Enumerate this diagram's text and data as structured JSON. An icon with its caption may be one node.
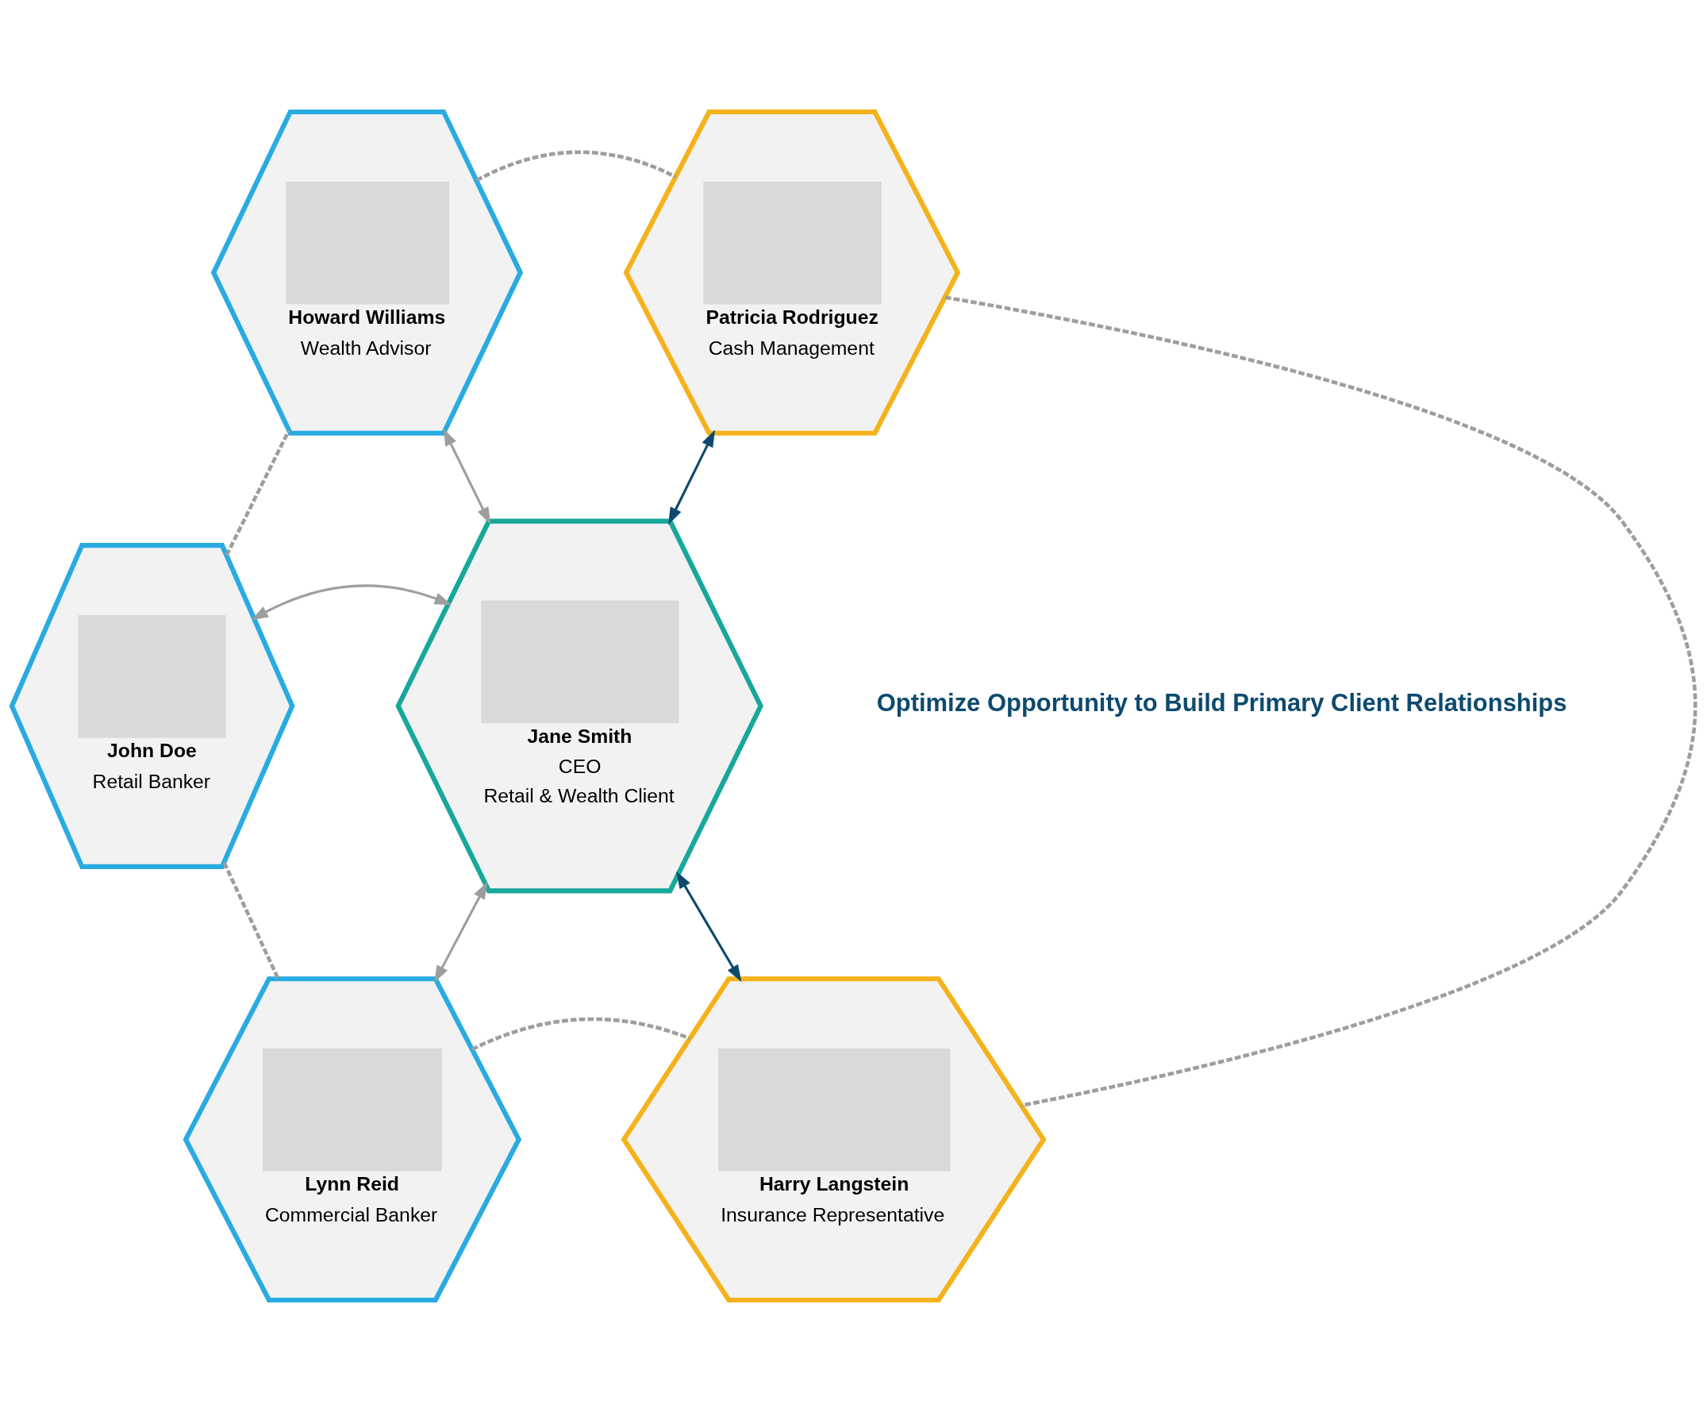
{
  "diagram": {
    "nodes": [
      {
        "text": [
          "Howard Williams",
          "Wealth Advisor"
        ]
      },
      {
        "text": [
          "Patricia Rodriguez",
          "Cash Management"
        ]
      },
      {
        "text": [
          "John Doe",
          "Retail Banker"
        ]
      },
      {
        "text": [
          "Jane Smith",
          "CEO",
          "Retail & Wealth Client"
        ]
      },
      {
        "text": [
          "Harry Langstein",
          "Insurance Representative"
        ]
      },
      {
        "text": [
          "Lynn Reid",
          "Commercial Banker"
        ]
      }
    ],
    "edges": [
      {
        "from": 0,
        "to": 3,
        "arrow": "both"
      },
      {
        "from": 3,
        "to": 1,
        "arrow": "both",
        "color": "#0d4a6e"
      },
      {
        "from": 2,
        "to": 3,
        "arrow": "both"
      },
      {
        "from": 3,
        "to": 4,
        "arrow": "both",
        "color": "#0d4a6e"
      },
      {
        "from": 3,
        "to": 5,
        "arrow": "both"
      },
      {
        "from": 0,
        "to": 1,
        "arrow": "none",
        "style": "dashed"
      },
      {
        "from": 1,
        "to": 4,
        "arrow": "none",
        "style": "dashed"
      },
      {
        "from": 5,
        "to": 4,
        "arrow": "none",
        "style": "dashed"
      },
      {
        "from": 2,
        "to": 5,
        "arrow": "none",
        "style": "dashed"
      },
      {
        "from": 2,
        "to": 0,
        "arrow": "none",
        "style": "dashed"
      }
    ],
    "labels": [
      "Optimize Opportunity to Build Primary Client Relationships"
    ]
  }
}
